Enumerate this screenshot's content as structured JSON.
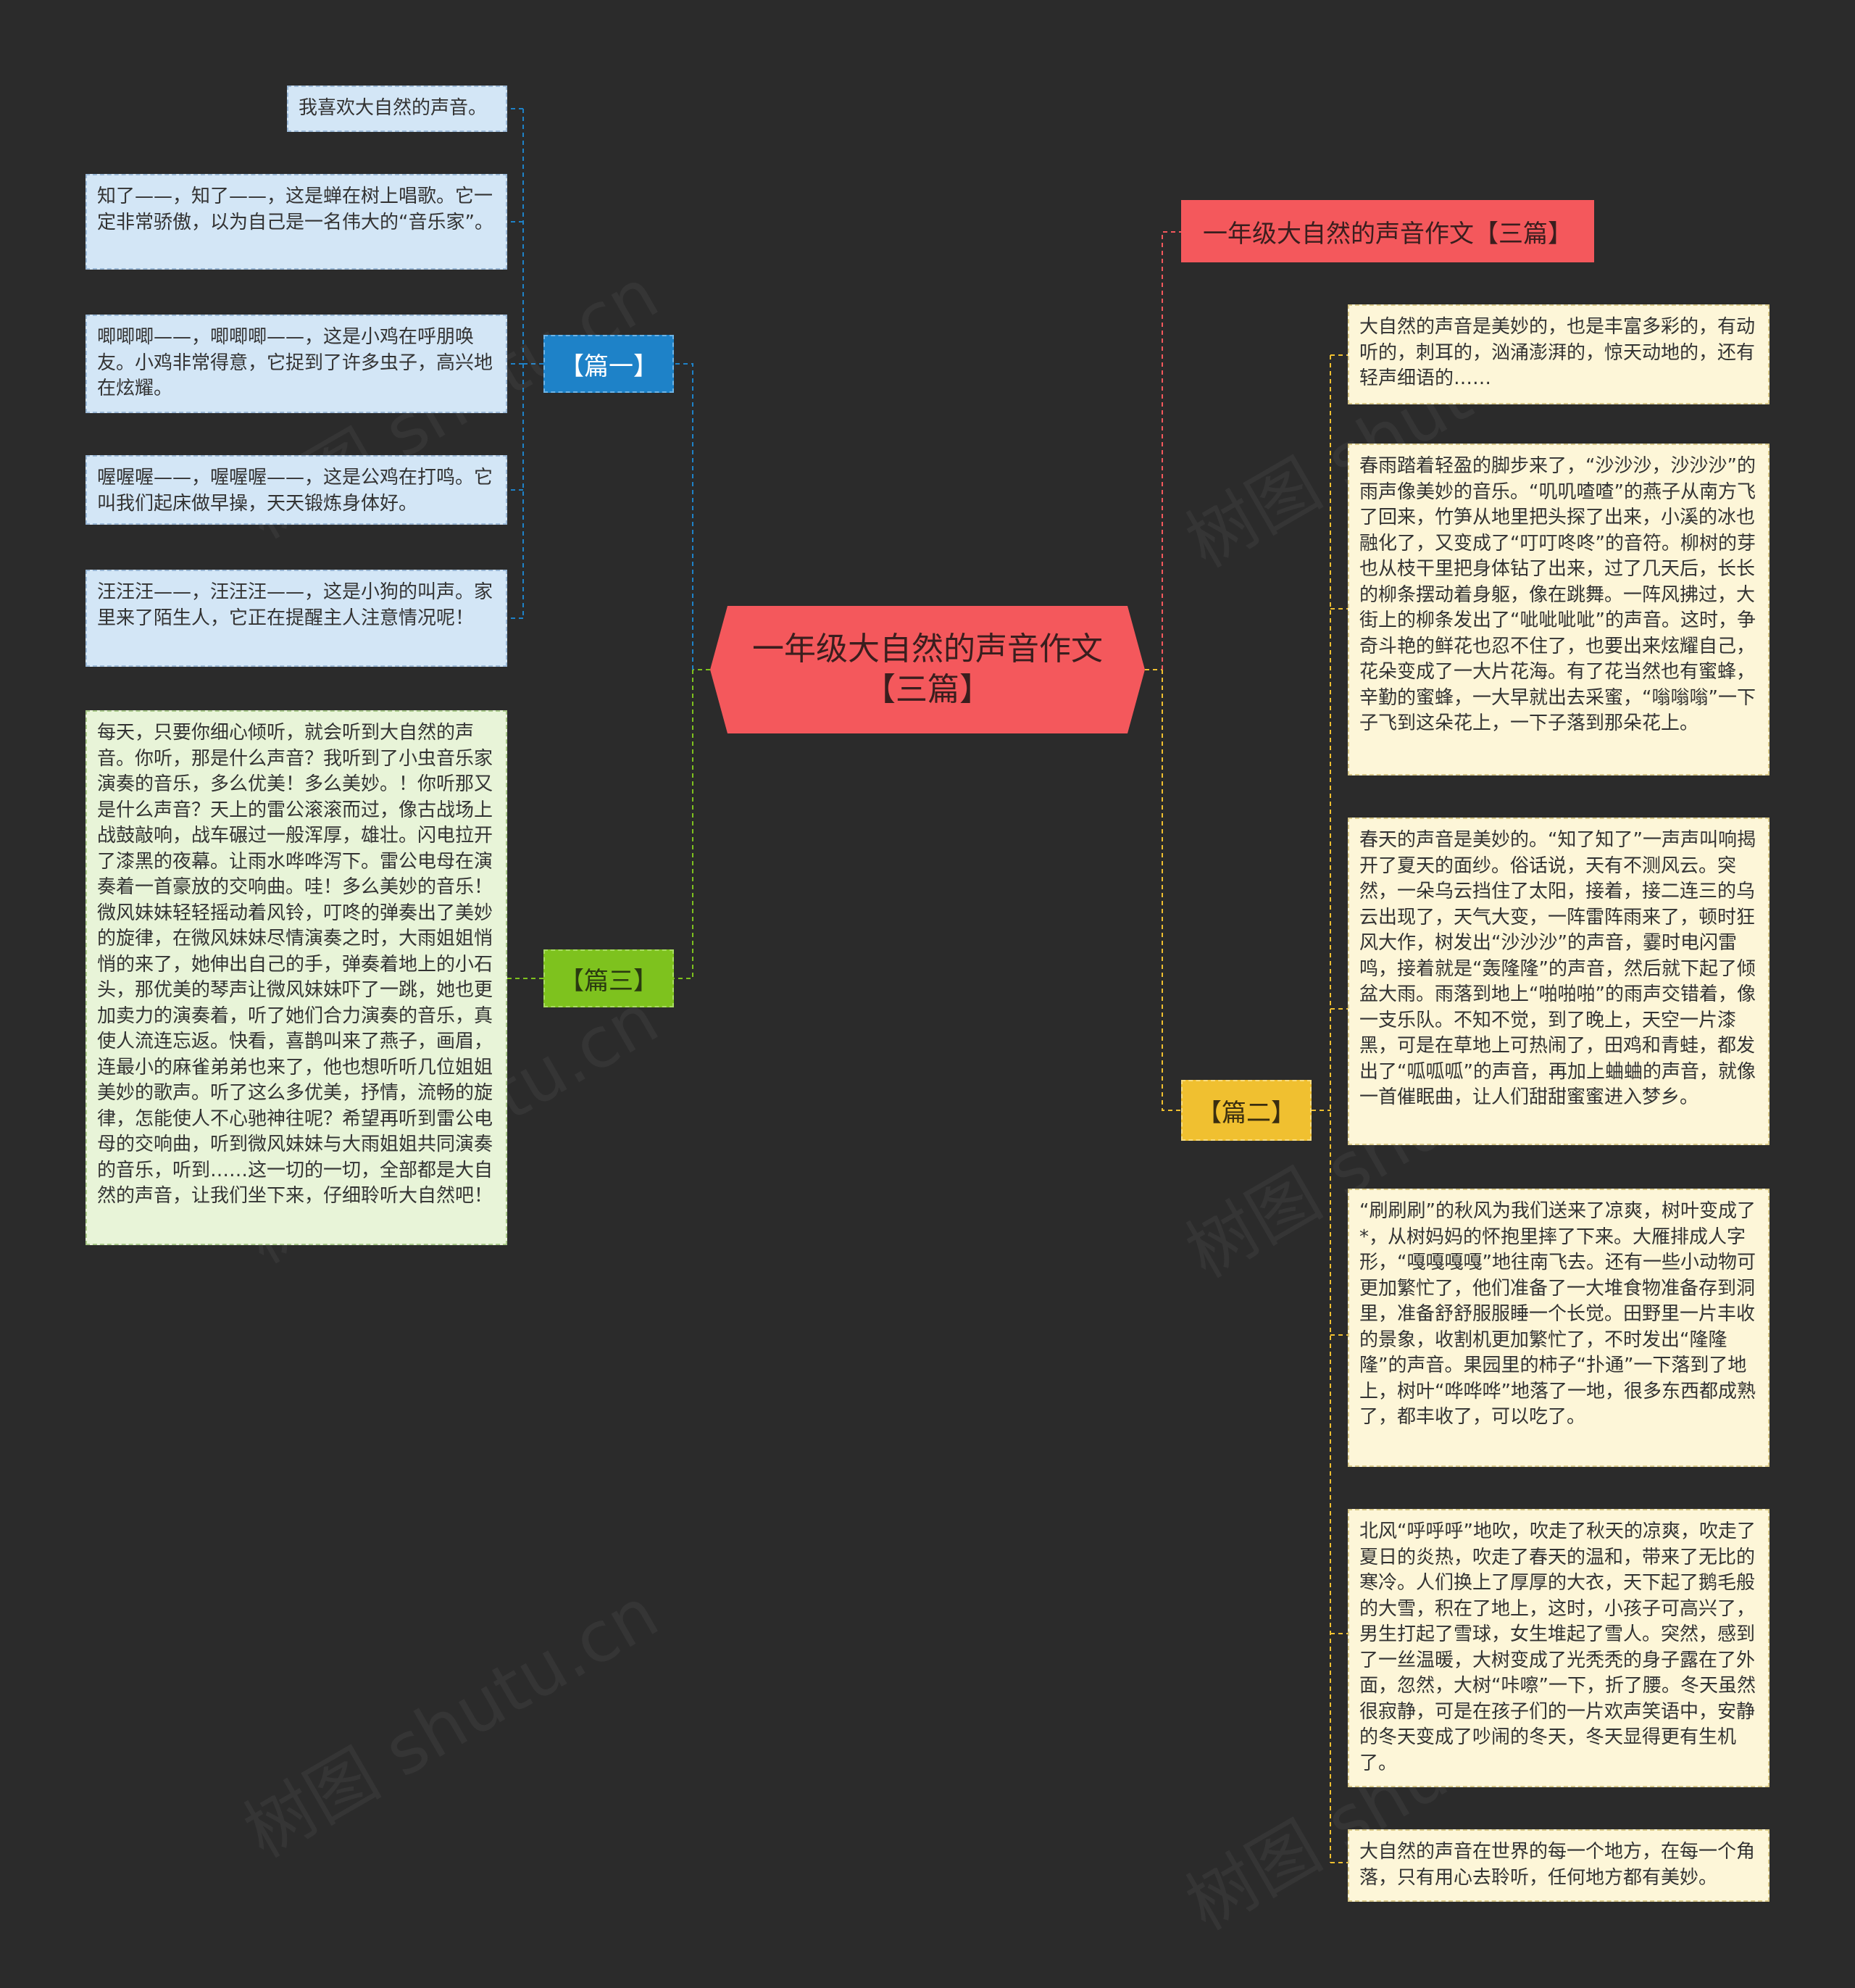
{
  "root": {
    "title": "一年级大自然的声音作文【三篇】",
    "color": "#f4585c"
  },
  "title_branch": {
    "label": "一年级大自然的声音作文【三篇】",
    "color": "#f4585c"
  },
  "pian1": {
    "label": "【篇一】",
    "color": "#1e82c8",
    "items": [
      "我喜欢大自然的声音。",
      "知了——，知了——，这是蝉在树上唱歌。它一定非常骄傲，以为自己是一名伟大的“音乐家”。",
      "唧唧唧——，唧唧唧——，这是小鸡在呼朋唤友。小鸡非常得意，它捉到了许多虫子，高兴地在炫耀。",
      "喔喔喔——，喔喔喔——，这是公鸡在打鸣。它叫我们起床做早操，天天锻炼身体好。",
      "汪汪汪——，汪汪汪——，这是小狗的叫声。家里来了陌生人，它正在提醒主人注意情况呢！"
    ]
  },
  "pian3": {
    "label": "【篇三】",
    "color": "#7ec21e",
    "items": [
      "每天，只要你细心倾听，就会听到大自然的声音。你听，那是什么声音？我听到了小虫音乐家演奏的音乐，多么优美！多么美妙。！你听那又是什么声音？天上的雷公滚滚而过，像古战场上战鼓敲响，战车碾过一般浑厚，雄壮。闪电拉开了漆黑的夜幕。让雨水哗哗泻下。雷公电母在演奏着一首豪放的交响曲。哇！多么美妙的音乐！微风妹妹轻轻摇动着风铃，叮咚的弹奏出了美妙的旋律，在微风妹妹尽情演奏之时，大雨姐姐悄悄的来了，她伸出自己的手，弹奏着地上的小石头，那优美的琴声让微风妹妹吓了一跳，她也更加卖力的演奏着，听了她们合力演奏的音乐，真使人流连忘返。快看，喜鹊叫来了燕子，画眉，连最小的麻雀弟弟也来了，他也想听听几位姐姐美妙的歌声。听了这么多优美，抒情，流畅的旋律，怎能使人不心驰神往呢？希望再听到雷公电母的交响曲，听到微风妹妹与大雨姐姐共同演奏的音乐，听到……这一切的一切，全部都是大自然的声音，让我们坐下来，仔细聆听大自然吧！"
    ]
  },
  "pian2": {
    "label": "【篇二】",
    "color": "#f0c030",
    "items": [
      "大自然的声音是美妙的，也是丰富多彩的，有动听的，刺耳的，汹涌澎湃的，惊天动地的，还有轻声细语的……",
      "春雨踏着轻盈的脚步来了，“沙沙沙，沙沙沙”的雨声像美妙的音乐。“叽叽喳喳”的燕子从南方飞了回来，竹笋从地里把头探了出来，小溪的冰也融化了，又变成了“叮叮咚咚”的音符。柳树的芽也从枝干里把身体钻了出来，过了几天后，长长的柳条摆动着身躯，像在跳舞。一阵风拂过，大街上的柳条发出了“呲呲呲呲”的声音。这时，争奇斗艳的鲜花也忍不住了，也要出来炫耀自己，花朵变成了一大片花海。有了花当然也有蜜蜂，辛勤的蜜蜂，一大早就出去采蜜，“嗡嗡嗡”一下子飞到这朵花上，一下子落到那朵花上。",
      "春天的声音是美妙的。“知了知了”一声声叫响揭开了夏天的面纱。俗话说，天有不测风云。突然，一朵乌云挡住了太阳，接着，接二连三的乌云出现了，天气大变，一阵雷阵雨来了，顿时狂风大作，树发出“沙沙沙”的声音，霎时电闪雷鸣，接着就是“轰隆隆”的声音，然后就下起了倾盆大雨。雨落到地上“啪啪啪”的雨声交错着，像一支乐队。不知不觉，到了晚上，天空一片漆黑，可是在草地上可热闹了，田鸡和青蛙，都发出了“呱呱呱”的声音，再加上蛐蛐的声音，就像一首催眠曲，让人们甜甜蜜蜜进入梦乡。",
      "“刷刷刷”的秋风为我们送来了凉爽，树叶变成了*，从树妈妈的怀抱里摔了下来。大雁排成人字形，“嘎嘎嘎嘎”地往南飞去。还有一些小动物可更加繁忙了，他们准备了一大堆食物准备存到洞里，准备舒舒服服睡一个长觉。田野里一片丰收的景象，收割机更加繁忙了，不时发出“隆隆隆”的声音。果园里的柿子“扑通”一下落到了地上，树叶“哗哗哗”地落了一地，很多东西都成熟了，都丰收了，可以吃了。",
      "北风“呼呼呼”地吹，吹走了秋天的凉爽，吹走了夏日的炎热，吹走了春天的温和，带来了无比的寒冷。人们换上了厚厚的大衣，天下起了鹅毛般的大雪，积在了地上，这时，小孩子可高兴了，男生打起了雪球，女生堆起了雪人。突然，感到了一丝温暖，大树变成了光秃秃的身子露在了外面，忽然，大树“咔嚓”一下，折了腰。冬天虽然很寂静，可是在孩子们的一片欢声笑语中，安静的冬天变成了吵闹的冬天，冬天显得更有生机了。",
      "大自然的声音在世界的每一个地方，在每一个角落，只有用心去聆听，任何地方都有美妙。"
    ]
  },
  "watermark": "树图 shutu.cn"
}
